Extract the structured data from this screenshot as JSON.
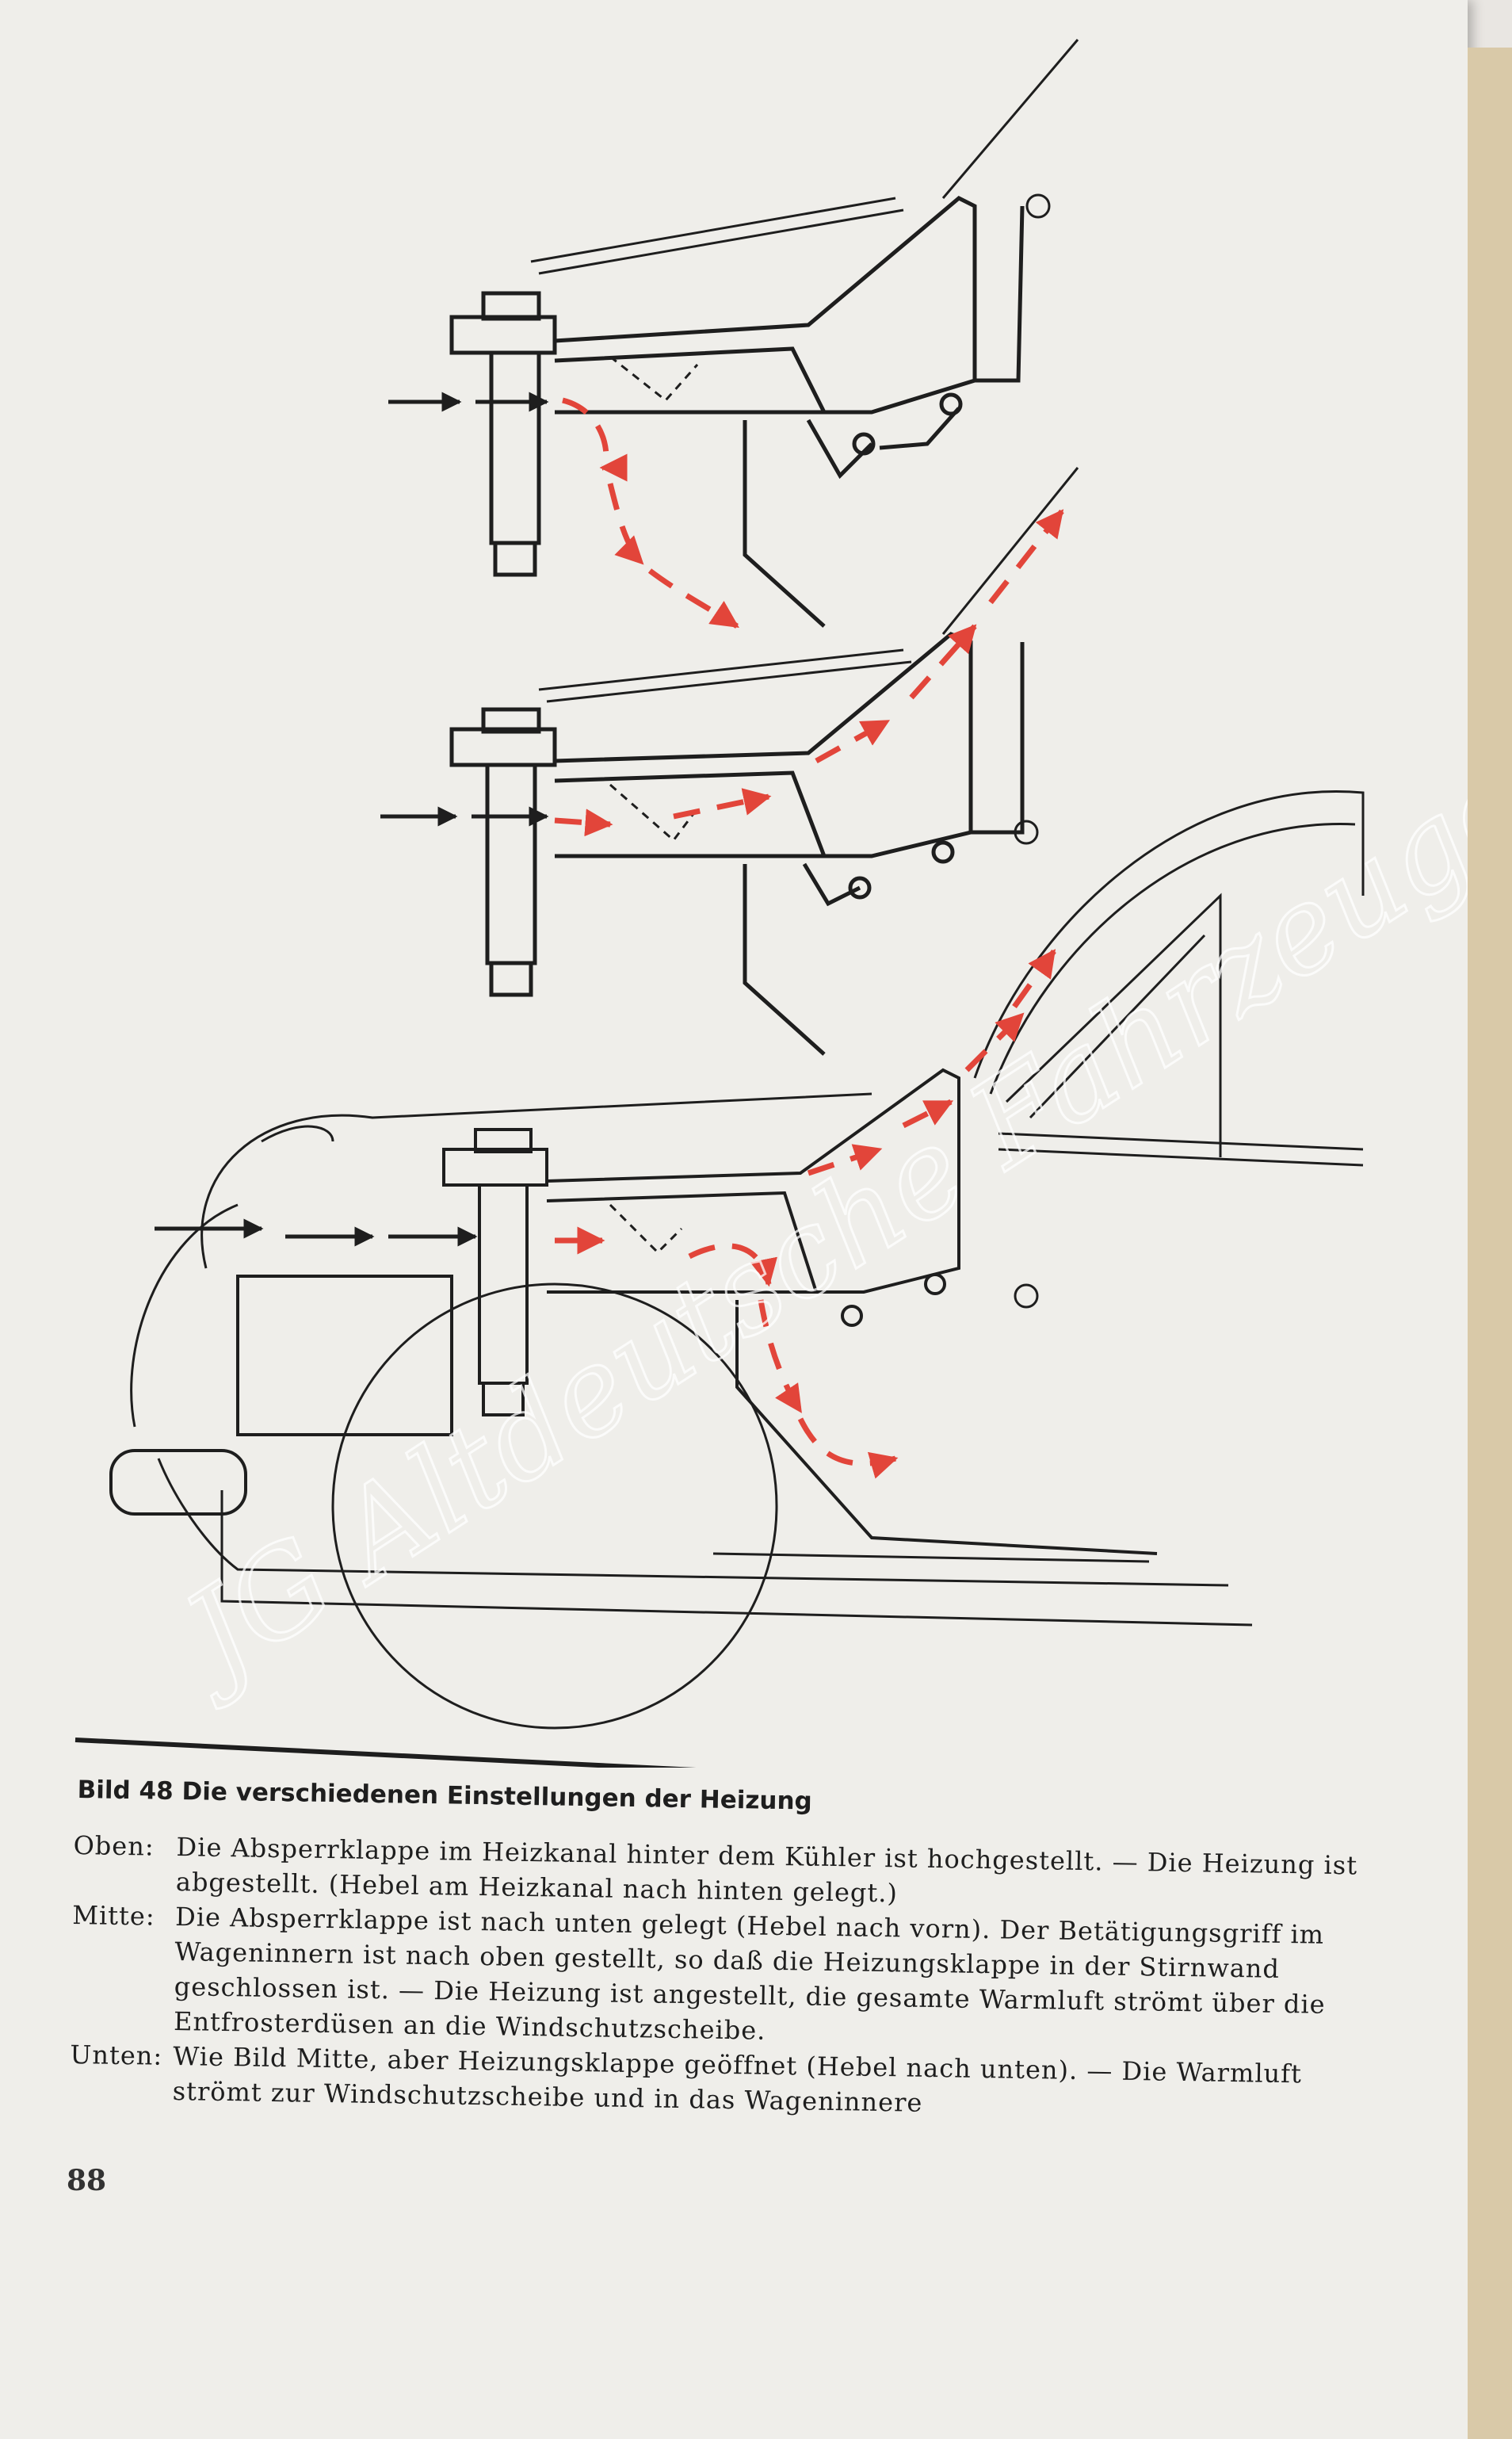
{
  "figure": {
    "caption_number": "Bild 48",
    "caption_title": "Die verschiedenen Einstellungen der Heizung",
    "watermark": "JG Altdeutsche Fahrzeuge"
  },
  "captions": [
    {
      "label": "Oben:",
      "text": "Die Absperrklappe im Heizkanal hinter dem Kühler ist hochgestellt. — Die Heizung ist abgestellt. (Hebel am Heizkanal nach hinten gelegt.)"
    },
    {
      "label": "Mitte:",
      "text": "Die Absperrklappe ist nach unten gelegt (Hebel nach vorn). Der Betätigungsgriff im Wageninnern ist nach oben gestellt, so daß die Heizungsklappe in der Stirnwand geschlossen ist. — Die Heizung ist angestellt, die gesamte Warmluft strömt über die Entfrosterdüsen an die Windschutzscheibe."
    },
    {
      "label": "Unten:",
      "text": "Wie Bild Mitte, aber Heizungsklappe geöffnet (Hebel nach unten). — Die Warmluft strömt zur Windschutzscheibe und in das Wageninnere"
    }
  ],
  "page_number": "88",
  "colors": {
    "paper": "#efeeea",
    "ink": "#1e1e1e",
    "airflow": "#e2453a",
    "book_edge": "#d9c9a8"
  }
}
